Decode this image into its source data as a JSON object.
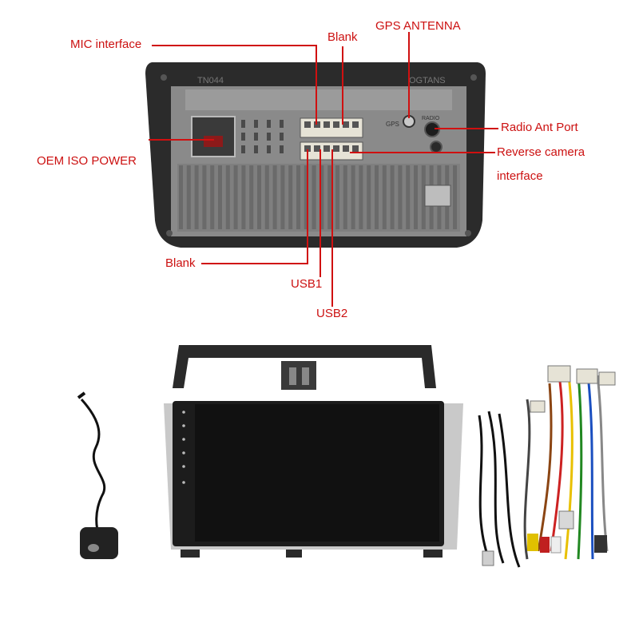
{
  "labels": {
    "mic": "MIC interface",
    "blank_top": "Blank",
    "gps": "GPS ANTENNA",
    "radio": "Radio Ant Port",
    "reverse_1": "Reverse camera",
    "reverse_2": "interface",
    "oem": "OEM ISO POWER",
    "blank_bottom": "Blank",
    "usb1": "USB1",
    "usb2": "USB2"
  },
  "unit": {
    "model_mark": "TN044",
    "brand_mark": "OGTANS",
    "gps_mark": "GPS",
    "radio_mark": "RADIO"
  },
  "colors": {
    "label": "#cc1111",
    "leader": "#d01010",
    "bezel": "#2b2b2b",
    "chassis": "#8a8a8a",
    "screen": "#111111",
    "silver_trim": "#c9c9c9"
  }
}
